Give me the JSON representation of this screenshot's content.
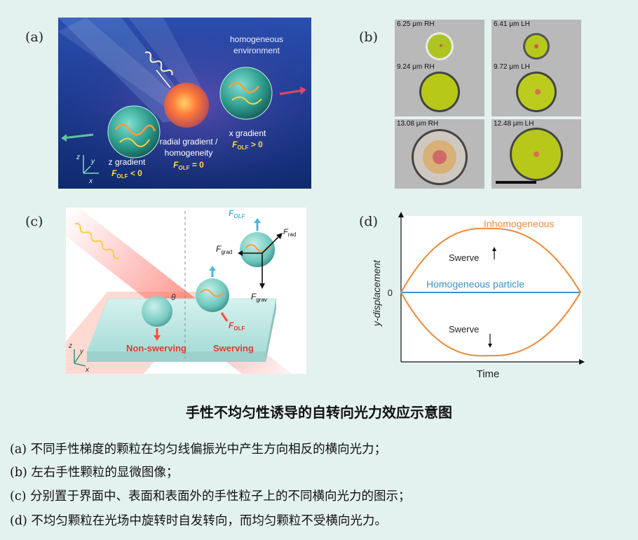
{
  "panel_labels": {
    "a": "(a)",
    "b": "(b)",
    "c": "(c)",
    "d": "(d)"
  },
  "panel_a": {
    "env": [
      "homogeneous",
      "environment"
    ],
    "z_label": "z gradient",
    "z_force": "F",
    "z_sub": "OLF",
    "z_rel": " < 0",
    "r_label": [
      "radial gradient /",
      "homogeneity"
    ],
    "r_sub": "OLF",
    "r_rel": " = 0",
    "x_label": "x gradient",
    "x_sub": "OLF",
    "x_rel": " > 0",
    "axes": {
      "z": "z",
      "y": "y",
      "x": "x"
    }
  },
  "panel_b": {
    "tiles": [
      {
        "label": "6.25 μm RH"
      },
      {
        "label": "6.41 μm LH"
      },
      {
        "label": "9.24 μm RH"
      },
      {
        "label": "9.72 μm LH"
      },
      {
        "label": "13.08 μm RH"
      },
      {
        "label": "12.48 μm LH"
      }
    ]
  },
  "panel_c": {
    "f_olf_top": "F",
    "f_olf_top_sub": "OLF",
    "f_grad": "F",
    "f_grad_sub": "grad",
    "f_rad": "F",
    "f_rad_sub": "rad",
    "f_grav": "F",
    "f_grav_sub": "grav",
    "theta": "θ",
    "f_olf_bottom": "F",
    "f_olf_bottom_sub": "OLF",
    "non_swerving": "Non-swerving",
    "swerving": "Swerving",
    "axes": {
      "z": "z",
      "y": "y",
      "x": "x"
    }
  },
  "panel_d": {
    "inhomogeneous": "Inhomogeneous",
    "homogeneous": "Homogeneous particle",
    "swerve_top": "Swerve",
    "swerve_bottom": "Swerve",
    "ylabel": "y-displacement",
    "xlabel": "Time",
    "zero": "0",
    "colors": {
      "inhomogeneous": "#f08a38",
      "homogeneous": "#3a93cf"
    }
  },
  "caption": {
    "title": "手性不均匀性诱导的自转向光力效应示意图",
    "lines": [
      "(a) 不同手性梯度的颗粒在均匀线偏振光中产生方向相反的横向光力；",
      "(b) 左右手性颗粒的显微图像；",
      "(c) 分别置于界面中、表面和表面外的手性粒子上的不同横向光力的图示；",
      "(d) 不均匀颗粒在光场中旋转时自发转向，而均匀颗粒不受横向光力。"
    ]
  }
}
